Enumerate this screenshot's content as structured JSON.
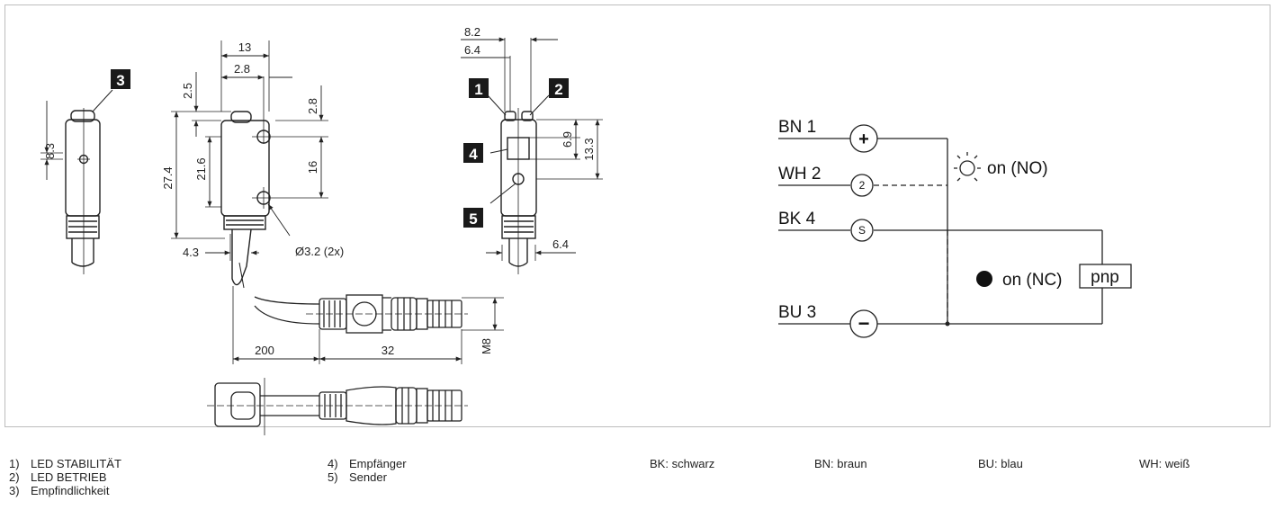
{
  "callouts": [
    "1",
    "2",
    "3",
    "4",
    "5"
  ],
  "dimensions": {
    "side_8_3": "8.3",
    "front_13": "13",
    "front_2_8_top": "2.8",
    "front_2_5": "2.5",
    "front_2_8_right": "2.8",
    "front_27_4": "27.4",
    "front_21_6": "21.6",
    "front_16": "16",
    "front_4_3": "4.3",
    "front_hole": "Ø3.2 (2x)",
    "top_8_2": "8.2",
    "top_6_4": "6.4",
    "top_6_9": "6.9",
    "top_13_3": "13.3",
    "top_6_4_bottom": "6.4",
    "cable_200": "200",
    "cable_32": "32",
    "cable_m8": "M8"
  },
  "wiring": {
    "wires": [
      "BN 1",
      "WH 2",
      "BK 4",
      "BU 3"
    ],
    "pins": [
      "+",
      "2",
      "S",
      "−"
    ],
    "led_no": "on (NO)",
    "led_nc": "on (NC)",
    "output": "pnp"
  },
  "legend": {
    "items": [
      {
        "num": "1)",
        "text": "LED STABILITÄT"
      },
      {
        "num": "2)",
        "text": "LED BETRIEB"
      },
      {
        "num": "3)",
        "text": "Empfindlichkeit"
      },
      {
        "num": "4)",
        "text": "Empfänger"
      },
      {
        "num": "5)",
        "text": "Sender"
      }
    ],
    "colors": [
      {
        "code": "BK:",
        "name": "schwarz"
      },
      {
        "code": "BN:",
        "name": "braun"
      },
      {
        "code": "BU:",
        "name": "blau"
      },
      {
        "code": "WH:",
        "name": "weiß"
      }
    ]
  }
}
